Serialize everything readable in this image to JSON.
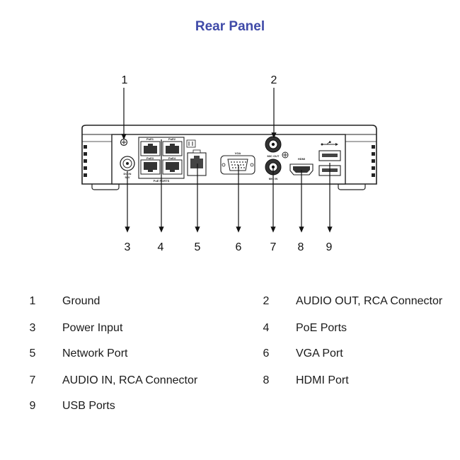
{
  "title": "Rear Panel",
  "callouts": {
    "top": [
      "1",
      "2"
    ],
    "bottom": [
      "3",
      "4",
      "5",
      "6",
      "7",
      "8",
      "9"
    ]
  },
  "panel_labels": {
    "dc_in": "DC IN",
    "dc_volt": "52V",
    "poe_ports": "PoE PORTS",
    "poe_top_left": "PoE1",
    "poe_top_right": "PoE2",
    "poe_bottom_left": "PoE3",
    "poe_bottom_right": "PoE4",
    "vga": "VGA",
    "mic_out": "MIC OUT",
    "mic_in": "MIC IN",
    "hdmi": "HDMI"
  },
  "legend": [
    {
      "num": "1",
      "label": "Ground"
    },
    {
      "num": "2",
      "label": "AUDIO OUT, RCA Connector"
    },
    {
      "num": "3",
      "label": "Power Input"
    },
    {
      "num": "4",
      "label": "PoE Ports"
    },
    {
      "num": "5",
      "label": "Network Port"
    },
    {
      "num": "6",
      "label": "VGA Port"
    },
    {
      "num": "7",
      "label": "AUDIO IN, RCA Connector"
    },
    {
      "num": "8",
      "label": "HDMI Port"
    },
    {
      "num": "9",
      "label": "USB Ports"
    }
  ]
}
